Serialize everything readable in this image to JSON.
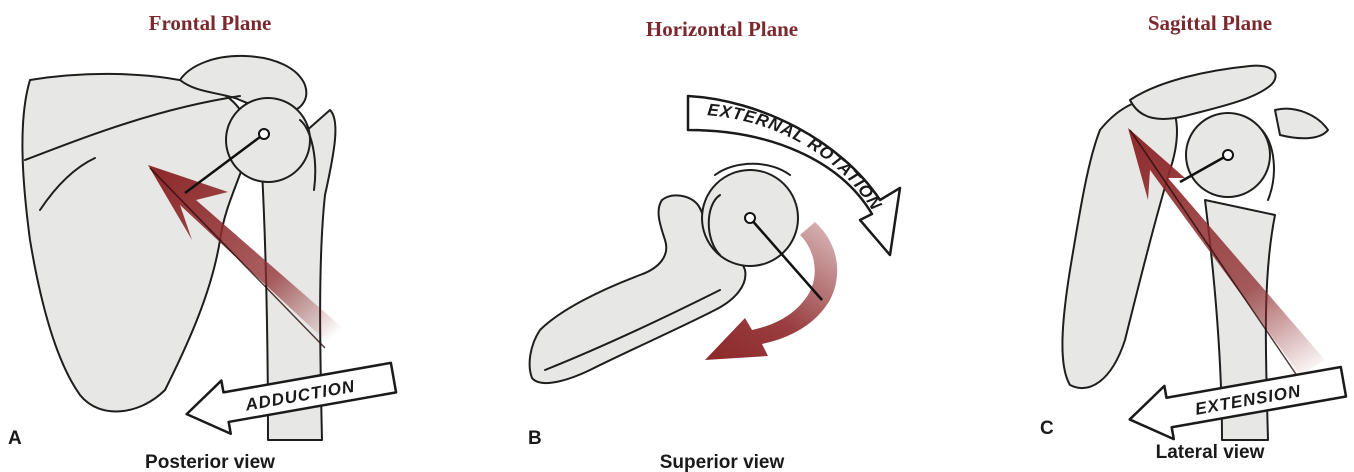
{
  "panels": [
    {
      "letter": "A",
      "title": "Frontal Plane",
      "view": "Posterior view",
      "motion": "ADDUCTION"
    },
    {
      "letter": "B",
      "title": "Horizontal Plane",
      "view": "Superior view",
      "motion": "EXTERNAL ROTATION"
    },
    {
      "letter": "C",
      "title": "Sagittal Plane",
      "view": "Lateral view",
      "motion": "EXTENSION"
    }
  ],
  "colors": {
    "muscle_arrow": "#8e2a2c",
    "title_text": "#7a2a2e",
    "bone_fill": "#e7e7e5"
  }
}
